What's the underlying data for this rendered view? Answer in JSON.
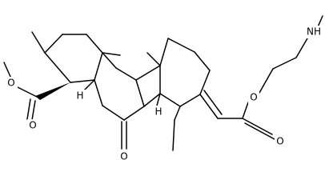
{
  "structure": {
    "atoms": {
      "o_ester_ring": "O",
      "o_carbonyl_ring_ester": "O",
      "h_ring_a": "H",
      "h_ring_c": "H",
      "o_ketone": "O",
      "o_ester_chain": "O",
      "o_carbonyl_chain": "O",
      "nh": "NH"
    }
  }
}
